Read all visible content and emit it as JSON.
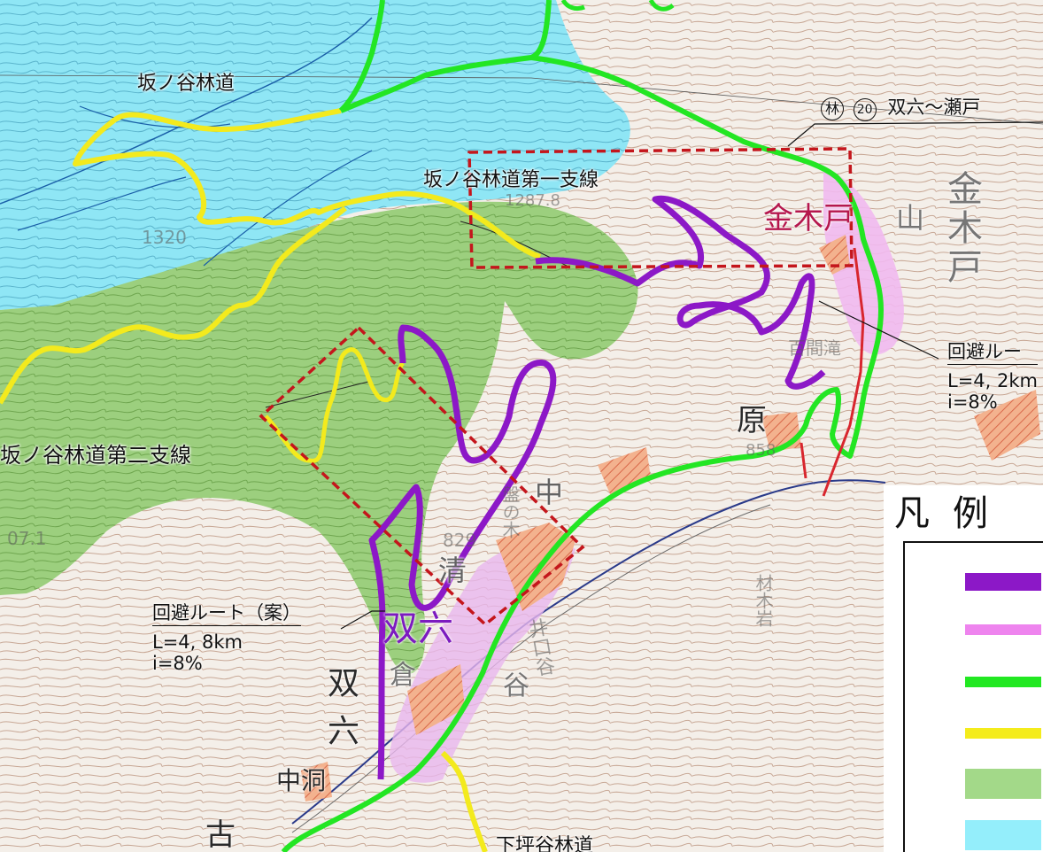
{
  "map": {
    "road_labels": {
      "sakanotani": "坂ノ谷林道",
      "sakanotani_branch1": "坂ノ谷林道第一支線",
      "sakanotani_branch2": "坂ノ谷林道第二支線",
      "shimotsubotani": "下坪谷林道"
    },
    "route_labels": {
      "forest_road_20_mark": "林",
      "forest_road_20_number": "20",
      "forest_road_20_name": "双六～瀬戸"
    },
    "callouts": {
      "west": {
        "title": "回避ルート（案）",
        "length": "L=4, 8km",
        "gradient": "i=8%"
      },
      "east": {
        "title": "回避ルー",
        "length": "L=4, 2km",
        "gradient": "i=8%"
      }
    },
    "places": {
      "kanakido_red": "金木戸",
      "kanakido_vertical": "金木戸",
      "sugoroku_purple": "双六",
      "sugoroku_vertical": "双六",
      "hara": "原",
      "naka": "中",
      "nakahora": "中洞",
      "furu": "古",
      "kiyo": "清",
      "kura": "倉",
      "bannoki": "盤の木",
      "hyakkendaki": "百間滝",
      "zaimokuiwa": "材木岩",
      "iguchidani": "井口谷",
      "yama": "山",
      "tani": "谷"
    },
    "elevations": {
      "e1": "1287.8",
      "e2": "1320",
      "e3": "829",
      "e4": "07.1",
      "e5": "858"
    },
    "legend": {
      "title": "凡例",
      "items": [
        {
          "swatch": "purple-line",
          "color": "#8c18c7"
        },
        {
          "swatch": "pink-line",
          "color": "#ee84ee"
        },
        {
          "swatch": "green-line",
          "color": "#22e822"
        },
        {
          "swatch": "yellow-line",
          "color": "#f4ec1c"
        },
        {
          "swatch": "green-area",
          "color": "#a3d989"
        },
        {
          "swatch": "blue-area",
          "color": "#94eefb"
        }
      ]
    },
    "colors": {
      "proposed_route": "#8c18c7",
      "pink_corridor": "#ee84ee",
      "green_route": "#22e822",
      "forest_road": "#f4ec1c",
      "green_area": "#8fc46a",
      "blue_area": "#8fe6f5",
      "red_box": "#c4161c",
      "place_red": "#b5174d"
    }
  }
}
